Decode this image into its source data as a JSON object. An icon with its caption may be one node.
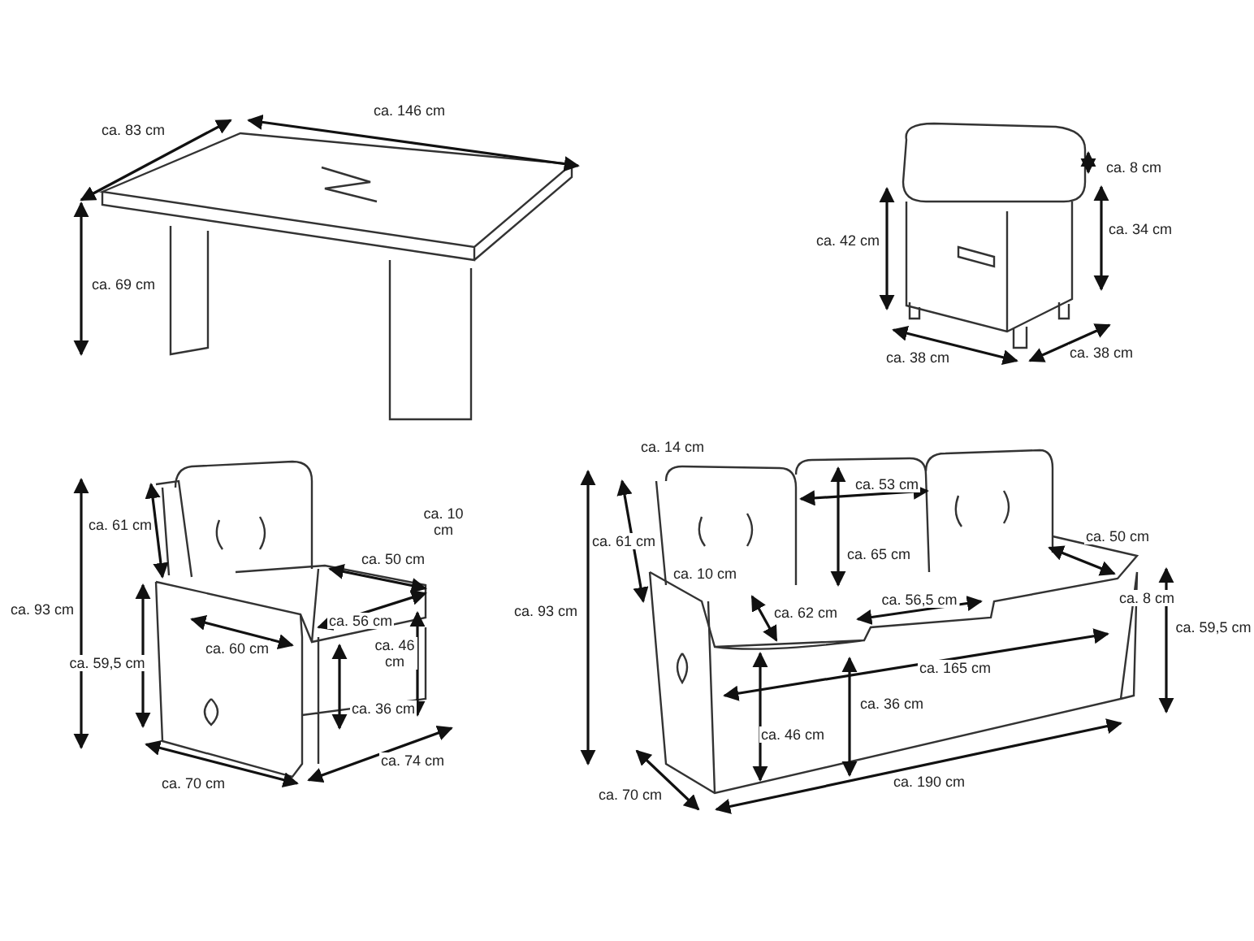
{
  "diagram": {
    "labels": [
      "ca. 83 cm",
      "ca. 146 cm",
      "ca. 69 cm",
      "ca. 8 cm",
      "ca. 42 cm",
      "ca. 34 cm",
      "ca. 38 cm",
      "ca. 38 cm",
      "ca. 61 cm",
      "ca. 10 cm",
      "ca. 93 cm",
      "ca. 50 cm",
      "ca. 56 cm",
      "ca. 46 cm",
      "ca. 59,5 cm",
      "ca. 60 cm",
      "ca. 36 cm",
      "ca. 74 cm",
      "ca. 70 cm",
      "ca. 14 cm",
      "ca. 53 cm",
      "ca. 61 cm",
      "ca. 93 cm",
      "ca. 65 cm",
      "ca. 50 cm",
      "ca. 10 cm",
      "ca. 62 cm",
      "ca. 56,5 cm",
      "ca. 8 cm",
      "ca. 59,5 cm",
      "ca. 165 cm",
      "ca. 36 cm",
      "ca. 46 cm",
      "ca. 190 cm",
      "ca. 70 cm"
    ]
  }
}
